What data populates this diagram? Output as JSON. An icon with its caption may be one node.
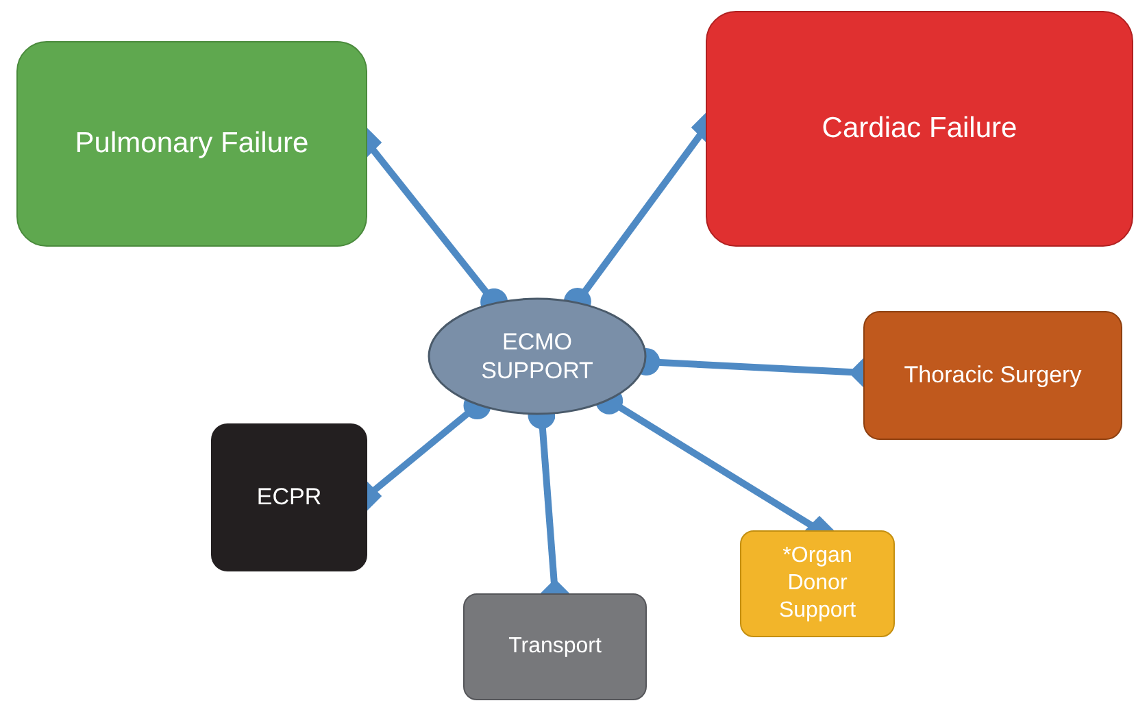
{
  "diagram": {
    "nodes": [
      {
        "text": [
          "ECMO SUPPORT"
        ]
      },
      {
        "text": [
          "Pulmonary Failure"
        ]
      },
      {
        "text": [
          "Cardiac Failure"
        ]
      },
      {
        "text": [
          "Thoracic Surgery"
        ]
      },
      {
        "text": [
          "ECPR"
        ]
      },
      {
        "text": [
          "Transport"
        ]
      },
      {
        "text": [
          "*Organ Donor Support"
        ]
      }
    ],
    "edges": [
      {
        "from": 0,
        "to": 1,
        "arrow": "other"
      },
      {
        "from": 0,
        "to": 2,
        "arrow": "other"
      },
      {
        "from": 0,
        "to": 3,
        "arrow": "other"
      },
      {
        "from": 0,
        "to": 4,
        "arrow": "other"
      },
      {
        "from": 0,
        "to": 5,
        "arrow": "other"
      },
      {
        "from": 0,
        "to": 6,
        "arrow": "other"
      }
    ]
  }
}
